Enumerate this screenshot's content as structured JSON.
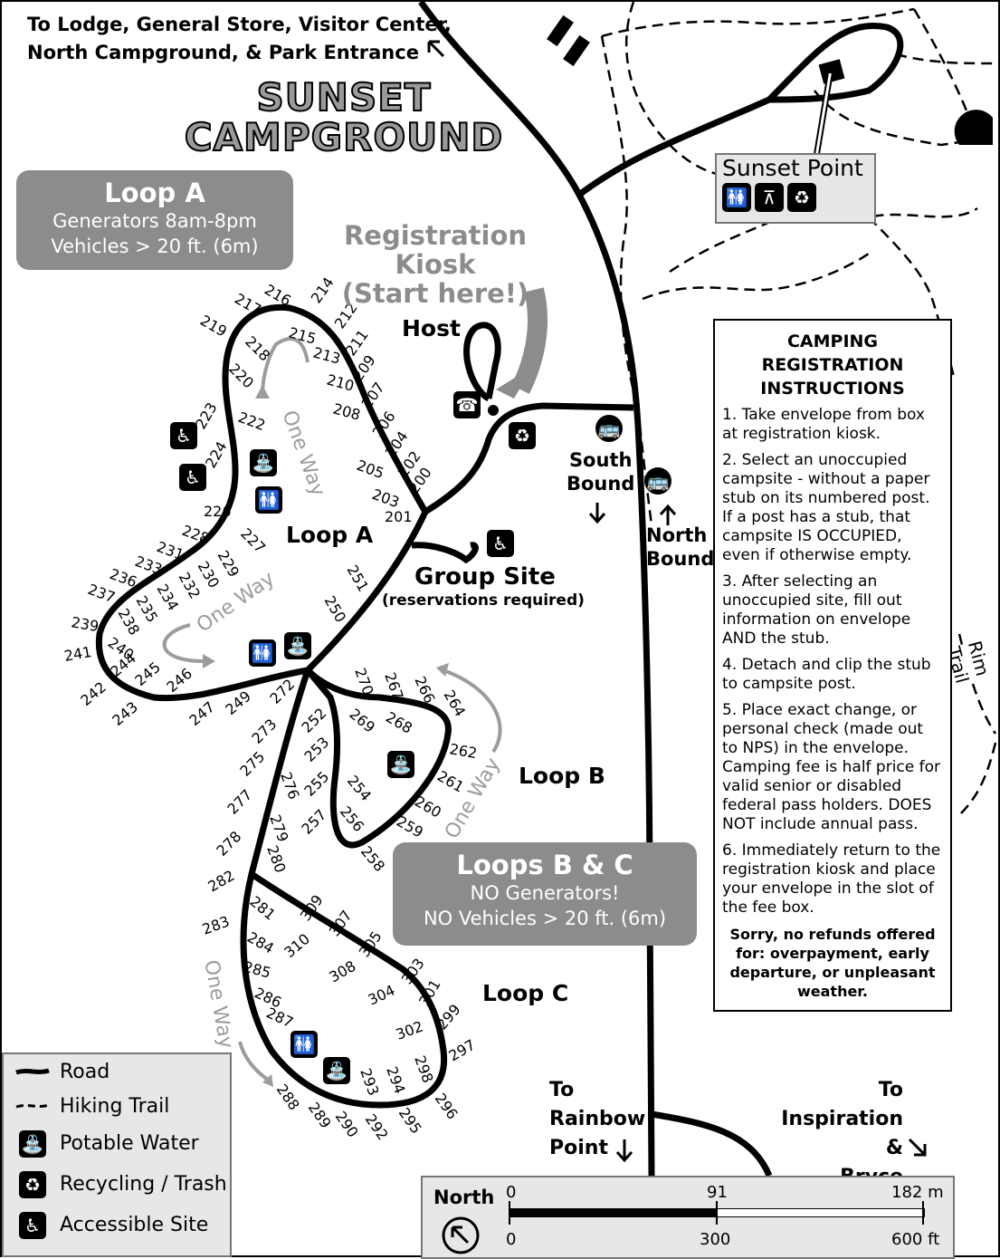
{
  "directions": {
    "top_line1": "To Lodge, General Store, Visitor Center,",
    "top_line2": "North Campground, & Park Entrance",
    "to_rainbow": [
      "To",
      "Rainbow",
      "Point"
    ],
    "to_inspiration": [
      "To",
      "Inspiration &",
      "Bryce Points"
    ]
  },
  "title": [
    "SUNSET",
    "CAMPGROUND"
  ],
  "loop_a_box": {
    "title": "Loop A",
    "line1": "Generators 8am-8pm",
    "line2": "Vehicles > 20 ft. (6m)"
  },
  "loops_bc_box": {
    "title": "Loops B & C",
    "line1": "NO Generators!",
    "line2": "NO Vehicles > 20 ft. (6m)"
  },
  "kiosk": {
    "line1": "Registration Kiosk",
    "line2": "(Start here!)"
  },
  "sunset_point": "Sunset Point",
  "labels": {
    "host": "Host",
    "loop_a": "Loop A",
    "loop_b": "Loop B",
    "loop_c": "Loop C",
    "group_site": "Group Site",
    "group_note": "(reservations required)",
    "south_bound": [
      "South",
      "Bound"
    ],
    "north_bound": [
      "North",
      "Bound"
    ],
    "rim_trail": "Rim Trail",
    "one_way": "One Way"
  },
  "instructions": {
    "title_line1": "CAMPING REGISTRATION",
    "title_line2": "INSTRUCTIONS",
    "steps": [
      "1. Take envelope from box at registration kiosk.",
      "2. Select an unoccupied campsite - without a paper stub on its numbered post. If a post has a stub, that campsite IS OCCUPIED, even if otherwise empty.",
      "3. After selecting an unoccupied site, fill out information on envelope AND the stub.",
      "4. Detach and clip the stub to campsite post.",
      "5. Place exact change, or personal check (made out to NPS) in the envelope. Camping fee is half price for valid senior or disabled federal pass holders. DOES NOT include annual pass.",
      "6. Immediately return to the registration kiosk and place your envelope in the slot of the fee box."
    ],
    "footer": "Sorry, no refunds offered for: overpayment, early departure, or unpleasant weather."
  },
  "legend": [
    {
      "icon": "road-line-icon",
      "label": "Road"
    },
    {
      "icon": "hiking-trail-icon",
      "label": "Hiking Trail"
    },
    {
      "icon": "potable-water-icon",
      "label": "Potable Water"
    },
    {
      "icon": "recycling-icon",
      "label": "Recycling / Trash"
    },
    {
      "icon": "accessible-icon",
      "label": "Accessible Site"
    }
  ],
  "scale": {
    "north": "North",
    "m_labels": [
      "0",
      "91",
      "182 m"
    ],
    "ft_labels": [
      "0",
      "300",
      "600 ft"
    ]
  },
  "sites": {
    "loop_a": [
      "200",
      "201",
      "202",
      "203",
      "204",
      "205",
      "206",
      "207",
      "208",
      "209",
      "210",
      "211",
      "212",
      "213",
      "214",
      "215",
      "216",
      "217",
      "218",
      "219",
      "220",
      "222",
      "223",
      "224",
      "226",
      "227",
      "228",
      "229",
      "230",
      "231",
      "232",
      "233",
      "234",
      "235",
      "236",
      "237",
      "238",
      "239",
      "240",
      "241",
      "242",
      "243",
      "244",
      "245",
      "246",
      "247",
      "249",
      "250",
      "251"
    ],
    "loop_b": [
      "252",
      "253",
      "254",
      "255",
      "256",
      "257",
      "258",
      "259",
      "260",
      "261",
      "262",
      "264",
      "266",
      "267",
      "268",
      "269",
      "270",
      "272"
    ],
    "loop_c": [
      "273",
      "275",
      "276",
      "277",
      "278",
      "279",
      "280",
      "281",
      "282",
      "283",
      "284",
      "285",
      "286",
      "287",
      "288",
      "289",
      "290",
      "292",
      "293",
      "294",
      "295",
      "296",
      "297",
      "298",
      "299",
      "301",
      "302",
      "303",
      "304",
      "305",
      "307",
      "308",
      "309",
      "310"
    ]
  },
  "colors": {
    "gray_box": "#8a8c8e",
    "gray_text": "#9a9c9e",
    "legend_bg": "#e6e7e8"
  }
}
